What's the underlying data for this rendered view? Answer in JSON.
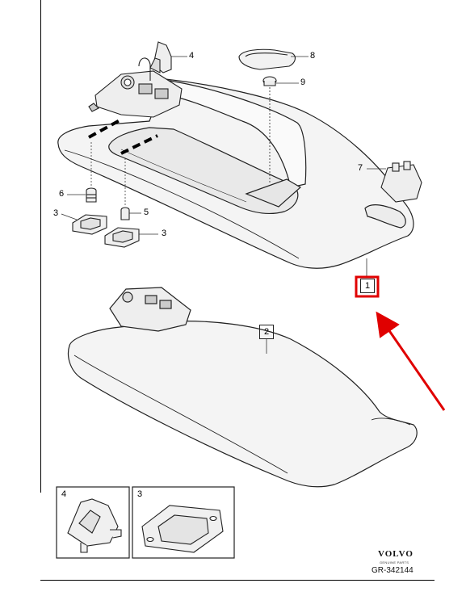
{
  "callouts": {
    "n1": "1",
    "n2": "2",
    "n3a": "3",
    "n3b": "3",
    "n4": "4",
    "n5": "5",
    "n6": "6",
    "n7": "7",
    "n8": "8",
    "n9": "9"
  },
  "insets": {
    "left_label": "4",
    "right_label": "3"
  },
  "footer": {
    "brand": "VOLVO",
    "brand_sub": "GENUINE PARTS",
    "ref": "GR-342144"
  },
  "colors": {
    "highlight": "#e00000",
    "arrow": "#e00000",
    "line": "#222222",
    "part_fill": "#f2f2f2",
    "shadow": "#d9d9d9"
  }
}
